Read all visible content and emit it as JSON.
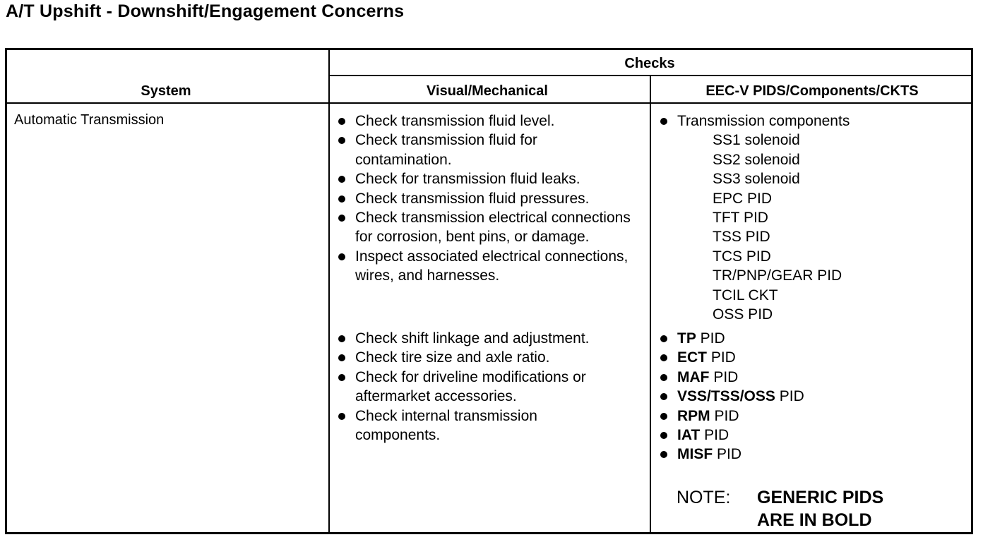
{
  "title": "A/T Upshift - Downshift/Engagement Concerns",
  "headers": {
    "system": "System",
    "checks": "Checks",
    "visual": "Visual/Mechanical",
    "eec": "EEC-V PIDS/Components/CKTS"
  },
  "system_value": "Automatic Transmission",
  "visual_group1": [
    "Check transmission fluid level.",
    "Check transmission fluid for contamination.",
    "Check for transmission fluid leaks.",
    "Check transmission fluid pressures.",
    "Check transmission electrical connections for corrosion, bent pins, or damage.",
    "Inspect associated electrical connections, wires, and harnesses."
  ],
  "visual_group2": [
    "Check shift linkage and adjustment.",
    "Check tire size and axle ratio.",
    "Check for driveline modifications or aftermarket accessories.",
    "Check internal transmission components."
  ],
  "eec": {
    "components_heading": "Transmission components",
    "components": [
      "SS1 solenoid",
      "SS2 solenoid",
      "SS3 solenoid",
      "EPC PID",
      "TFT PID",
      "TSS PID",
      "TCS PID",
      "TR/PNP/GEAR PID",
      "TCIL CKT",
      "OSS PID"
    ],
    "pids": [
      {
        "bold": "TP",
        "rest": " PID"
      },
      {
        "bold": "ECT",
        "rest": " PID"
      },
      {
        "bold": "MAF",
        "rest": " PID"
      },
      {
        "bold": "VSS/TSS/OSS",
        "rest": " PID"
      },
      {
        "bold": "RPM",
        "rest": " PID"
      },
      {
        "bold": "IAT",
        "rest": " PID"
      },
      {
        "bold": "MISF",
        "rest": " PID"
      }
    ]
  },
  "note": {
    "label": "NOTE:",
    "text": "GENERIC PIDS ARE IN BOLD"
  }
}
